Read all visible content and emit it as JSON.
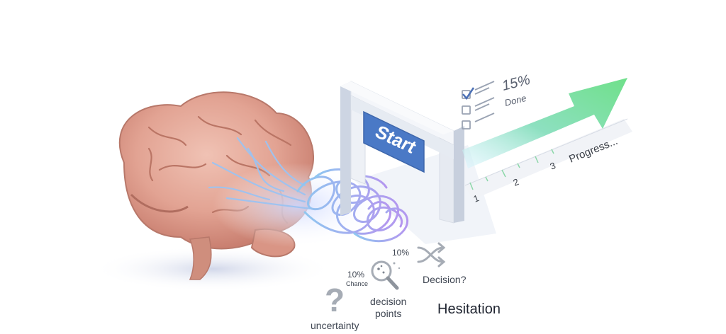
{
  "gate": {
    "label": "Start"
  },
  "checklist": {
    "percent": "15%",
    "status": "Done",
    "checked_count": 1,
    "total": 3
  },
  "progress": {
    "label": "Progress...",
    "ticks": [
      "1",
      "2",
      "3"
    ]
  },
  "hesitation": {
    "title": "Hesitation",
    "uncertainty_label": "uncertainty",
    "chance_percent": "10%",
    "chance_label": "Chance",
    "decision_points_label": "decision\npoints",
    "decision_percent": "10%",
    "decision_question": "Decision?"
  },
  "colors": {
    "brain": "#e5a596",
    "neural": "#8fb7ee",
    "tangle": "#a99cf0",
    "gate_frame": "#e3e8f1",
    "start_button": "#4a79c6",
    "arrow": "#7fe0a3",
    "icon_gray": "#a6acb5"
  },
  "icons": {
    "question": "question-mark-icon",
    "magnifier": "magnifier-icon",
    "shuffle": "shuffle-arrows-icon",
    "checkbox": "checkbox-icon"
  }
}
